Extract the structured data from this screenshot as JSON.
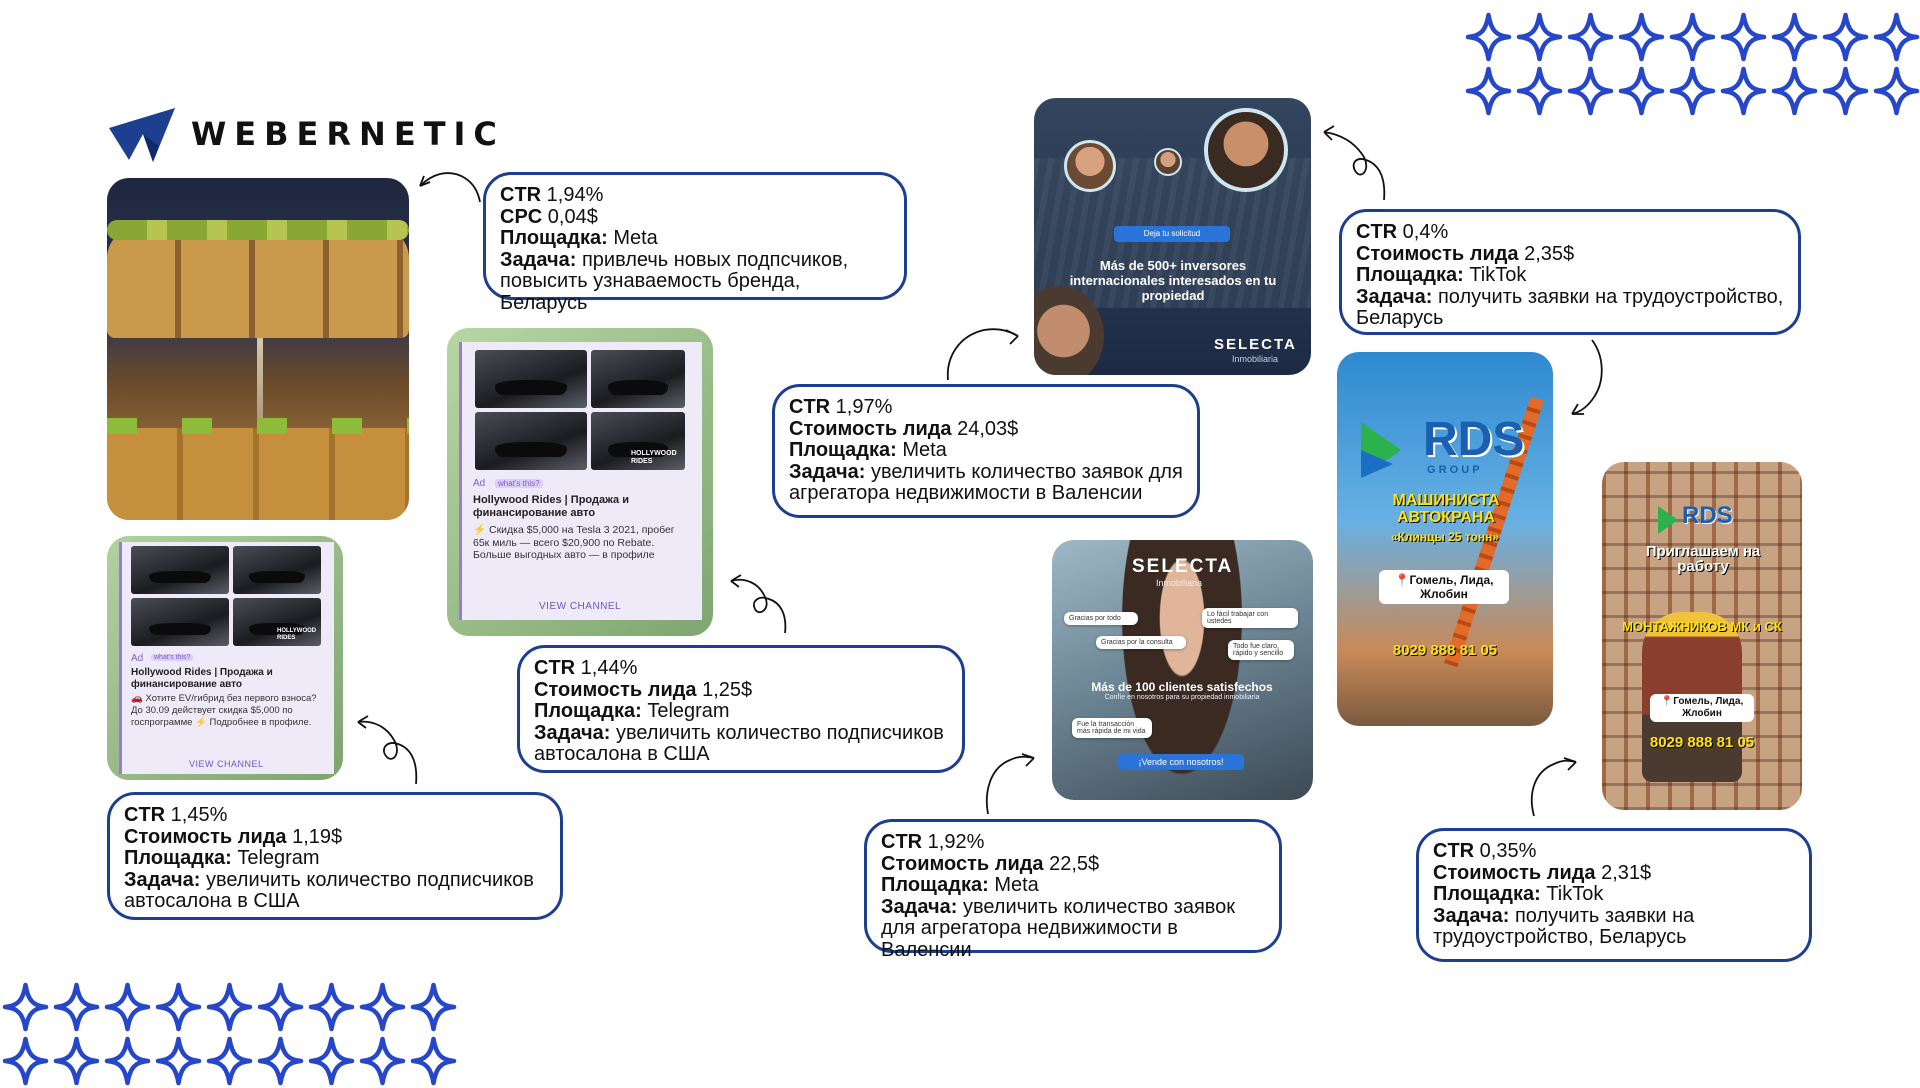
{
  "brand": {
    "name": "WEBERNETIC"
  },
  "labels": {
    "ctr": "CTR",
    "cpc": "CPC",
    "lead_cost": "Стоимость лида",
    "platform": "Площадка:",
    "task": "Задача:"
  },
  "cases": [
    {
      "ctr": "1,94%",
      "cpc": "0,04$",
      "platform": "Meta",
      "task": "привлечь новых подпсчиков, повысить узнаваемость бренда, Беларусь"
    },
    {
      "ctr": "1,44%",
      "lead_cost": "1,25$",
      "platform": "Telegram",
      "task": "увеличить количество подписчиков автосалона в США"
    },
    {
      "ctr": "1,45%",
      "lead_cost": "1,19$",
      "platform": "Telegram",
      "task": "увеличить количество подписчиков автосалона в США"
    },
    {
      "ctr": "1,97%",
      "lead_cost": "24,03$",
      "platform": "Meta",
      "task": " увеличить количество заявок для агрегатора недвижимости в Валенсии"
    },
    {
      "ctr": "1,92%",
      "lead_cost": "22,5$",
      "platform": "Meta",
      "task": "увеличить количество заявок для агрегатора недвижимости в Валенсии"
    },
    {
      "ctr": "0,4%",
      "lead_cost": "2,35$",
      "platform": "TikTok",
      "task": "получить заявки на трудоустройство, Беларусь"
    },
    {
      "ctr": "0,35%",
      "lead_cost": "2,31$",
      "platform": "TikTok",
      "task": "получить заявки на трудоустройство, Беларусь"
    }
  ],
  "ads": {
    "tg_large": {
      "tag_ad": "Ad",
      "tag_what": "what's this?",
      "title": "Hollywood Rides | Продажа и финансирование авто",
      "body": "⚡ Скидка $5,000 на Tesla 3 2021, пробег 65к миль — всего $20,900 по Rebate. Больше выгодных авто — в профиле",
      "cta": "VIEW CHANNEL",
      "badge": "HOLLYWOOD RIDES"
    },
    "tg_small": {
      "tag_ad": "Ad",
      "tag_what": "what's this?",
      "title": "Hollywood Rides | Продажа и финансирование авто",
      "body": "🚗 Хотите EV/гибрид без первого взноса? До 30.09 действует скидка $5,000 по госпрограмме ⚡ Подробнее в профиле.",
      "cta": "VIEW CHANNEL",
      "badge": "HOLLYWOOD RIDES"
    },
    "selecta_1": {
      "button": "Deja tu solicitud",
      "headline": "Más de 500+ inversores internacionales interesados en tu propiedad",
      "brand": "SELECTA",
      "sub": "Inmobiliaria"
    },
    "selecta_2": {
      "brand": "SELECTA",
      "sub": "Inmobiliaria",
      "headline": "Más de 100 clientes satisfechos",
      "subline": "Confíe en nosotros para su propiedad inmobiliaria",
      "button": "¡Vende con nosotros!",
      "bubbles": [
        "Gracias por todo",
        "Gracias por la consulta",
        "Lo fácil trabajar con ustedes",
        "Todo fue claro, rápido y sencillo",
        "Fue la transacción más rápida de mi vida"
      ]
    },
    "rds_1": {
      "logo": "RDS",
      "group": "G R O U P",
      "headline": "МАШИНИСТА АВТОКРАНА",
      "sub": "«Клинцы 25 тонн»",
      "cities": "📍Гомель, Лида, Жлобин",
      "phone": "8029 888 81 05"
    },
    "rds_2": {
      "logo": "RDS",
      "headline": "Приглашаем на работу",
      "sub": "МОНТАЖНИКОВ МК и СК",
      "cities": "📍Гомель, Лида, Жлобин",
      "phone": "8029 888 81 05"
    }
  },
  "colors": {
    "accent": "#1d3f8f",
    "star": "#2647c9",
    "telegram_panel": "#efeaf7"
  },
  "icons": [
    "webernetic-logo-icon",
    "star-outline-icon",
    "curved-arrow-icon"
  ]
}
